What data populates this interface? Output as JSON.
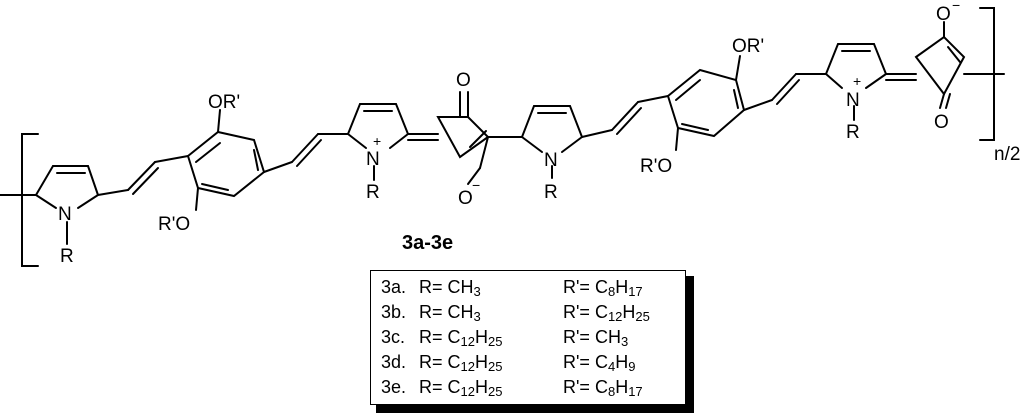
{
  "atoms": {
    "n": "N",
    "o": "O",
    "r": "R",
    "or_prime": "OR'",
    "r_prime_o": "R'O",
    "plus": "+",
    "minus": "−",
    "repeat": "n/2"
  },
  "compound_label": "3a-3e",
  "substituents": [
    {
      "id": "3a.",
      "r_pre": "R= C",
      "r_sub": "",
      "r_mid": "H",
      "r_sub2": "3",
      "rp_pre": "R'= C",
      "rp_sub": "8",
      "rp_mid": "H",
      "rp_sub2": "17"
    },
    {
      "id": "3b.",
      "r_pre": "R= C",
      "r_sub": "",
      "r_mid": "H",
      "r_sub2": "3",
      "rp_pre": "R'= C",
      "rp_sub": "12",
      "rp_mid": "H",
      "rp_sub2": "25"
    },
    {
      "id": "3c.",
      "r_pre": "R= C",
      "r_sub": "12",
      "r_mid": "H",
      "r_sub2": "25",
      "rp_pre": "R'= C",
      "rp_sub": "",
      "rp_mid": "H",
      "rp_sub2": "3"
    },
    {
      "id": "3d.",
      "r_pre": "R= C",
      "r_sub": "12",
      "r_mid": "H",
      "r_sub2": "25",
      "rp_pre": "R'= C",
      "rp_sub": "4",
      "rp_mid": "H",
      "rp_sub2": "9"
    },
    {
      "id": "3e.",
      "r_pre": "R= C",
      "r_sub": "12",
      "r_mid": "H",
      "r_sub2": "25",
      "rp_pre": "R'= C",
      "rp_sub": "8",
      "rp_mid": "H",
      "rp_sub2": "17"
    }
  ]
}
